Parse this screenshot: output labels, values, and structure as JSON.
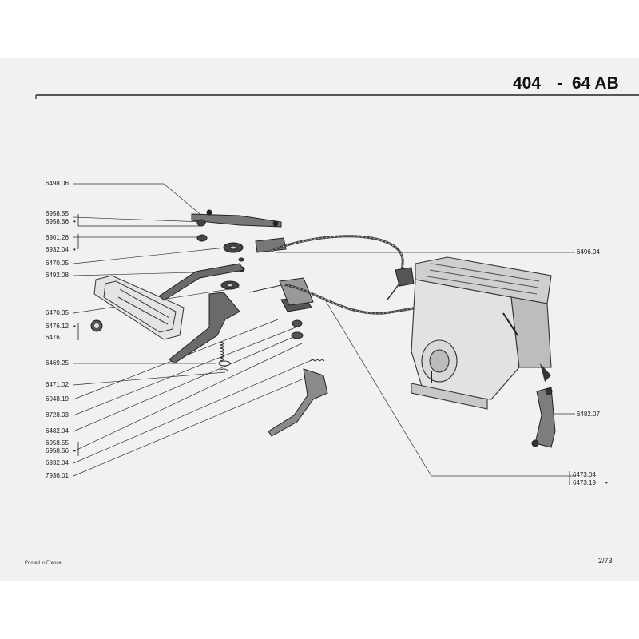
{
  "header": {
    "model": "404",
    "dash": "-",
    "section": "64 AB"
  },
  "parts": {
    "p6498_06": "6498.06",
    "p6958_55a": "6958.55",
    "p6958_56a": "6958.56",
    "p6901_28": "6901.28",
    "p6932_04a": "6932.04",
    "p6470_05a": "6470.05",
    "p6492_08": "6492.08",
    "p6470_05b": "6470.05",
    "p6476_12": "6476.12",
    "p6476": "6476 . .",
    "p6469_25": "6469.25",
    "p6471_02": "6471.02",
    "p6948_19": "6948.19",
    "p8728_03": "8728.03",
    "p6482_04": "6482.04",
    "p6958_55b": "6958.55",
    "p6958_56b": "6958.56",
    "p6932_04b": "6932.04",
    "p7936_01": "7936.01",
    "p6496_04": "6496.04",
    "p6482_07": "6482.07",
    "p6473_04": "6473.04",
    "p6473_19": "6473.19"
  },
  "footer": {
    "printed": "Printed in France",
    "page": "2/73"
  },
  "colors": {
    "ink": "#1e1e1e",
    "paper": "#f1f1ef",
    "line": "#333333"
  }
}
